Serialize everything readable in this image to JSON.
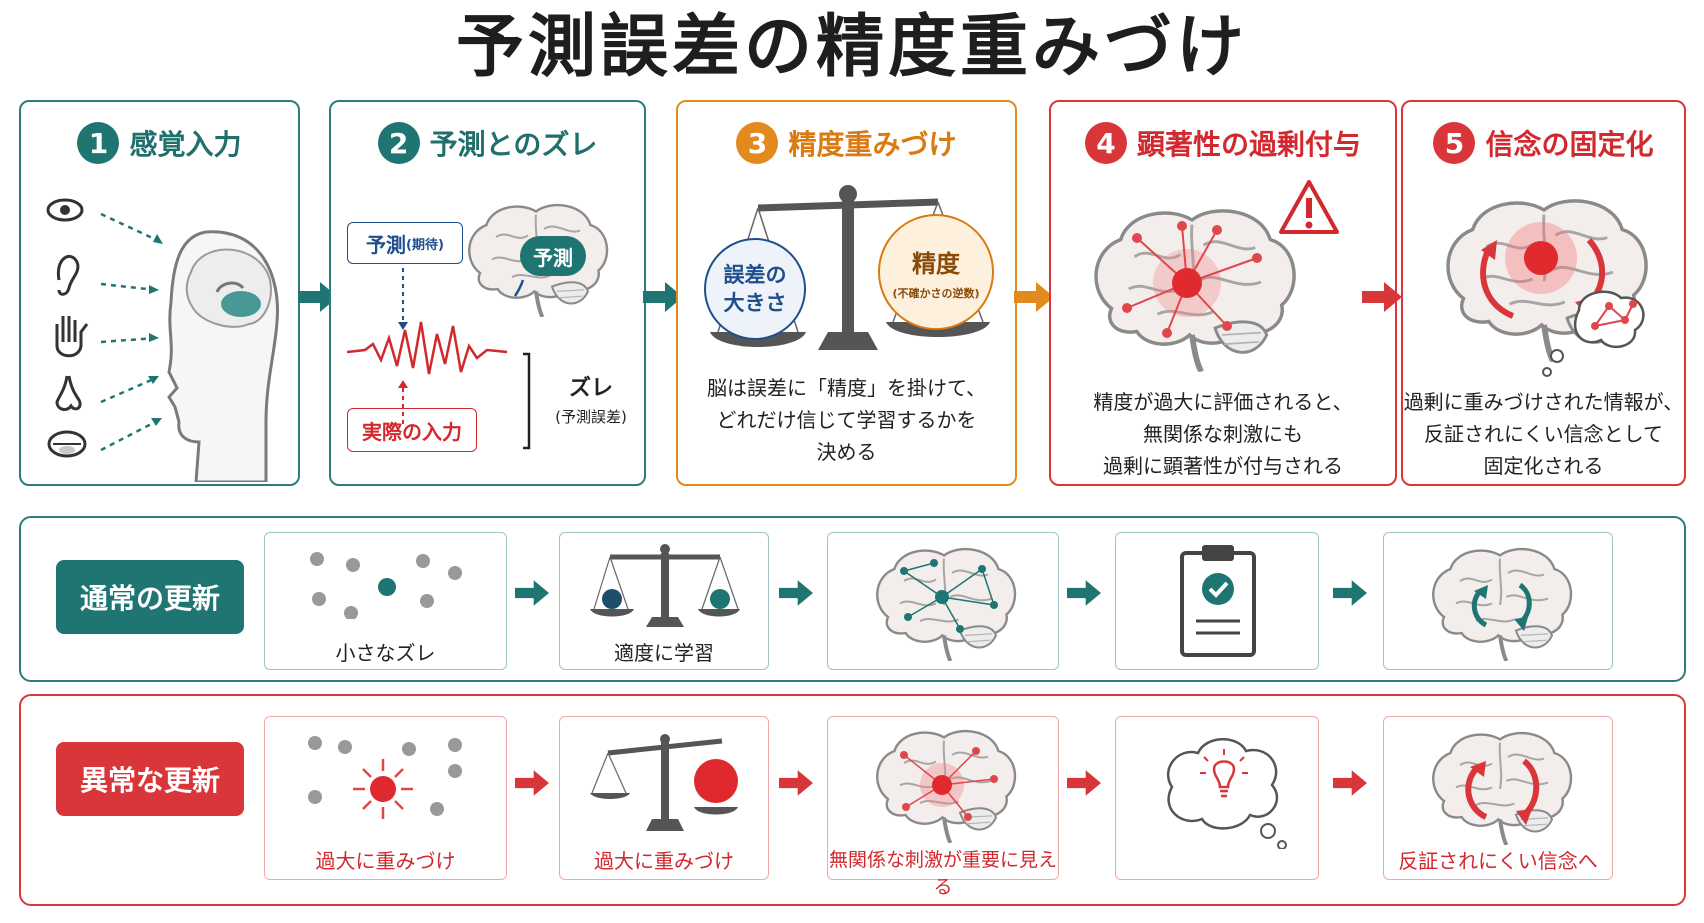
{
  "title": "予測誤差の精度重みづけ",
  "colors": {
    "teal": "#1f7572",
    "orange": "#e38a1f",
    "red": "#d9363a"
  },
  "panels": [
    {
      "num": "1",
      "label": "感覚入力",
      "icons": [
        "eye-icon",
        "ear-icon",
        "hand-icon",
        "nose-icon",
        "mouth-icon",
        "head-brain-icon"
      ]
    },
    {
      "num": "2",
      "label": "予測とのズレ",
      "prediction_tag": "予測",
      "prediction_tag_sub": "(期待)",
      "brain_tag": "予測",
      "actual_tag": "実際の入力",
      "gap_label": "ズレ",
      "gap_sub": "(予測誤差)"
    },
    {
      "num": "3",
      "label": "精度重みづけ",
      "error_circle_1": "誤差の",
      "error_circle_2": "大きさ",
      "precision_circle": "精度",
      "precision_sub": "(不確かさの逆数)",
      "desc_lines": [
        "脳は誤差に「精度」を掛けて、",
        "どれだけ信じて学習するかを",
        "決める"
      ]
    },
    {
      "num": "4",
      "label": "顕著性の過剰付与",
      "desc_lines": [
        "精度が過大に評価されると、",
        "無関係な刺激にも",
        "過剰に顕著性が付与される"
      ]
    },
    {
      "num": "5",
      "label": "信念の固定化",
      "desc_lines": [
        "過剰に重みづけされた情報が、",
        "反証されにくい信念として",
        "固定化される"
      ]
    }
  ],
  "rows": {
    "normal": {
      "label": "通常の更新",
      "captions": [
        "小さなズレ",
        "適度に学習",
        "",
        "",
        ""
      ]
    },
    "abnormal": {
      "label": "異常な更新",
      "captions": [
        "過大に重みづけ",
        "過大に重みづけ",
        "無関係な刺激が重要に見える",
        "",
        "反証されにくい信念へ"
      ]
    }
  }
}
